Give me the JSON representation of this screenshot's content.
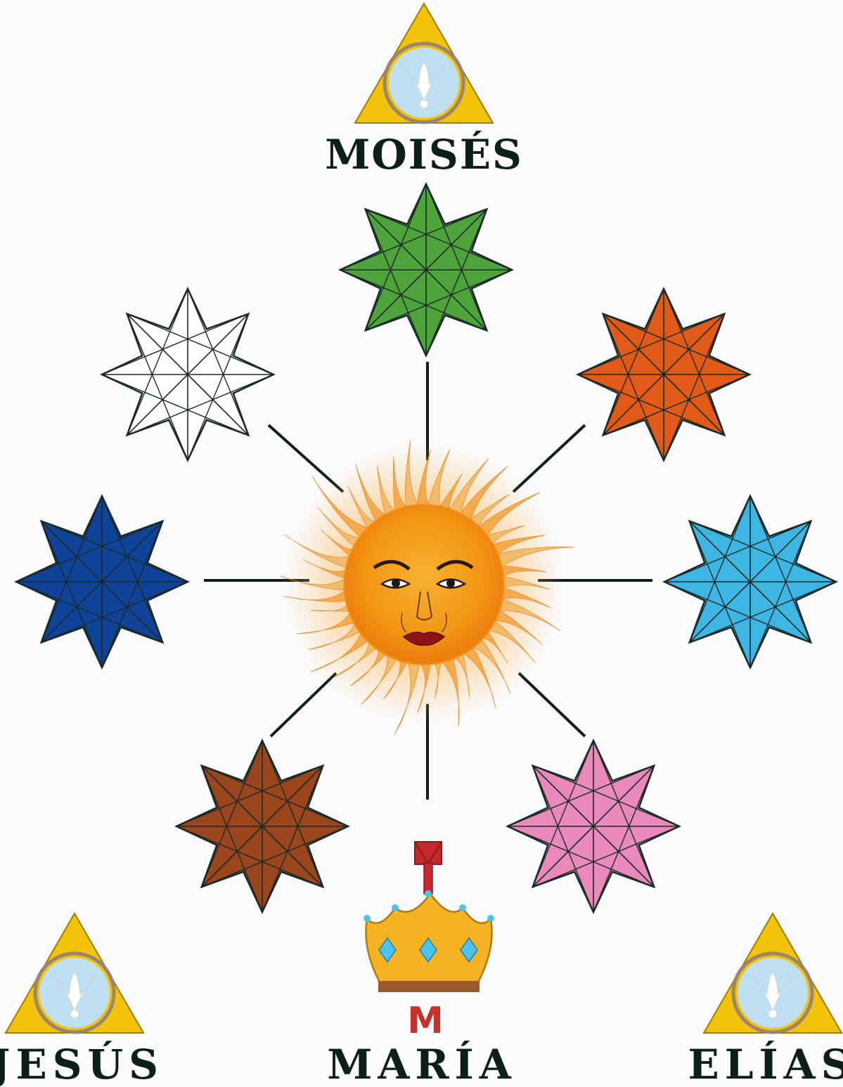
{
  "labels": {
    "top": "MOISÉS",
    "left": "JESÚS",
    "center": "MARÍA",
    "right": "ELÍAS",
    "monogram": "M"
  },
  "stars": [
    {
      "name": "star-green",
      "color": "#4fa33b"
    },
    {
      "name": "star-orange",
      "color": "#e25a17"
    },
    {
      "name": "star-light-blue",
      "color": "#3eb6e3"
    },
    {
      "name": "star-pink",
      "color": "#e98aba"
    },
    {
      "name": "star-brown",
      "color": "#9b451c"
    },
    {
      "name": "star-dark-blue",
      "color": "#0f4399"
    },
    {
      "name": "star-white",
      "color": "#ffffff"
    }
  ],
  "colors": {
    "triangle": "#f3c20a",
    "emblem_ring": "#9a8570",
    "emblem_fill": "#bfe0f2",
    "sun_core": "#f59a12",
    "sun_flame": "#f6a43c",
    "crown": "#f5b323",
    "crown_gem": "#4cc3ec",
    "crown_band": "#9b5a2a",
    "cross": "#c4282c",
    "spoke": "#0f1f1c"
  }
}
